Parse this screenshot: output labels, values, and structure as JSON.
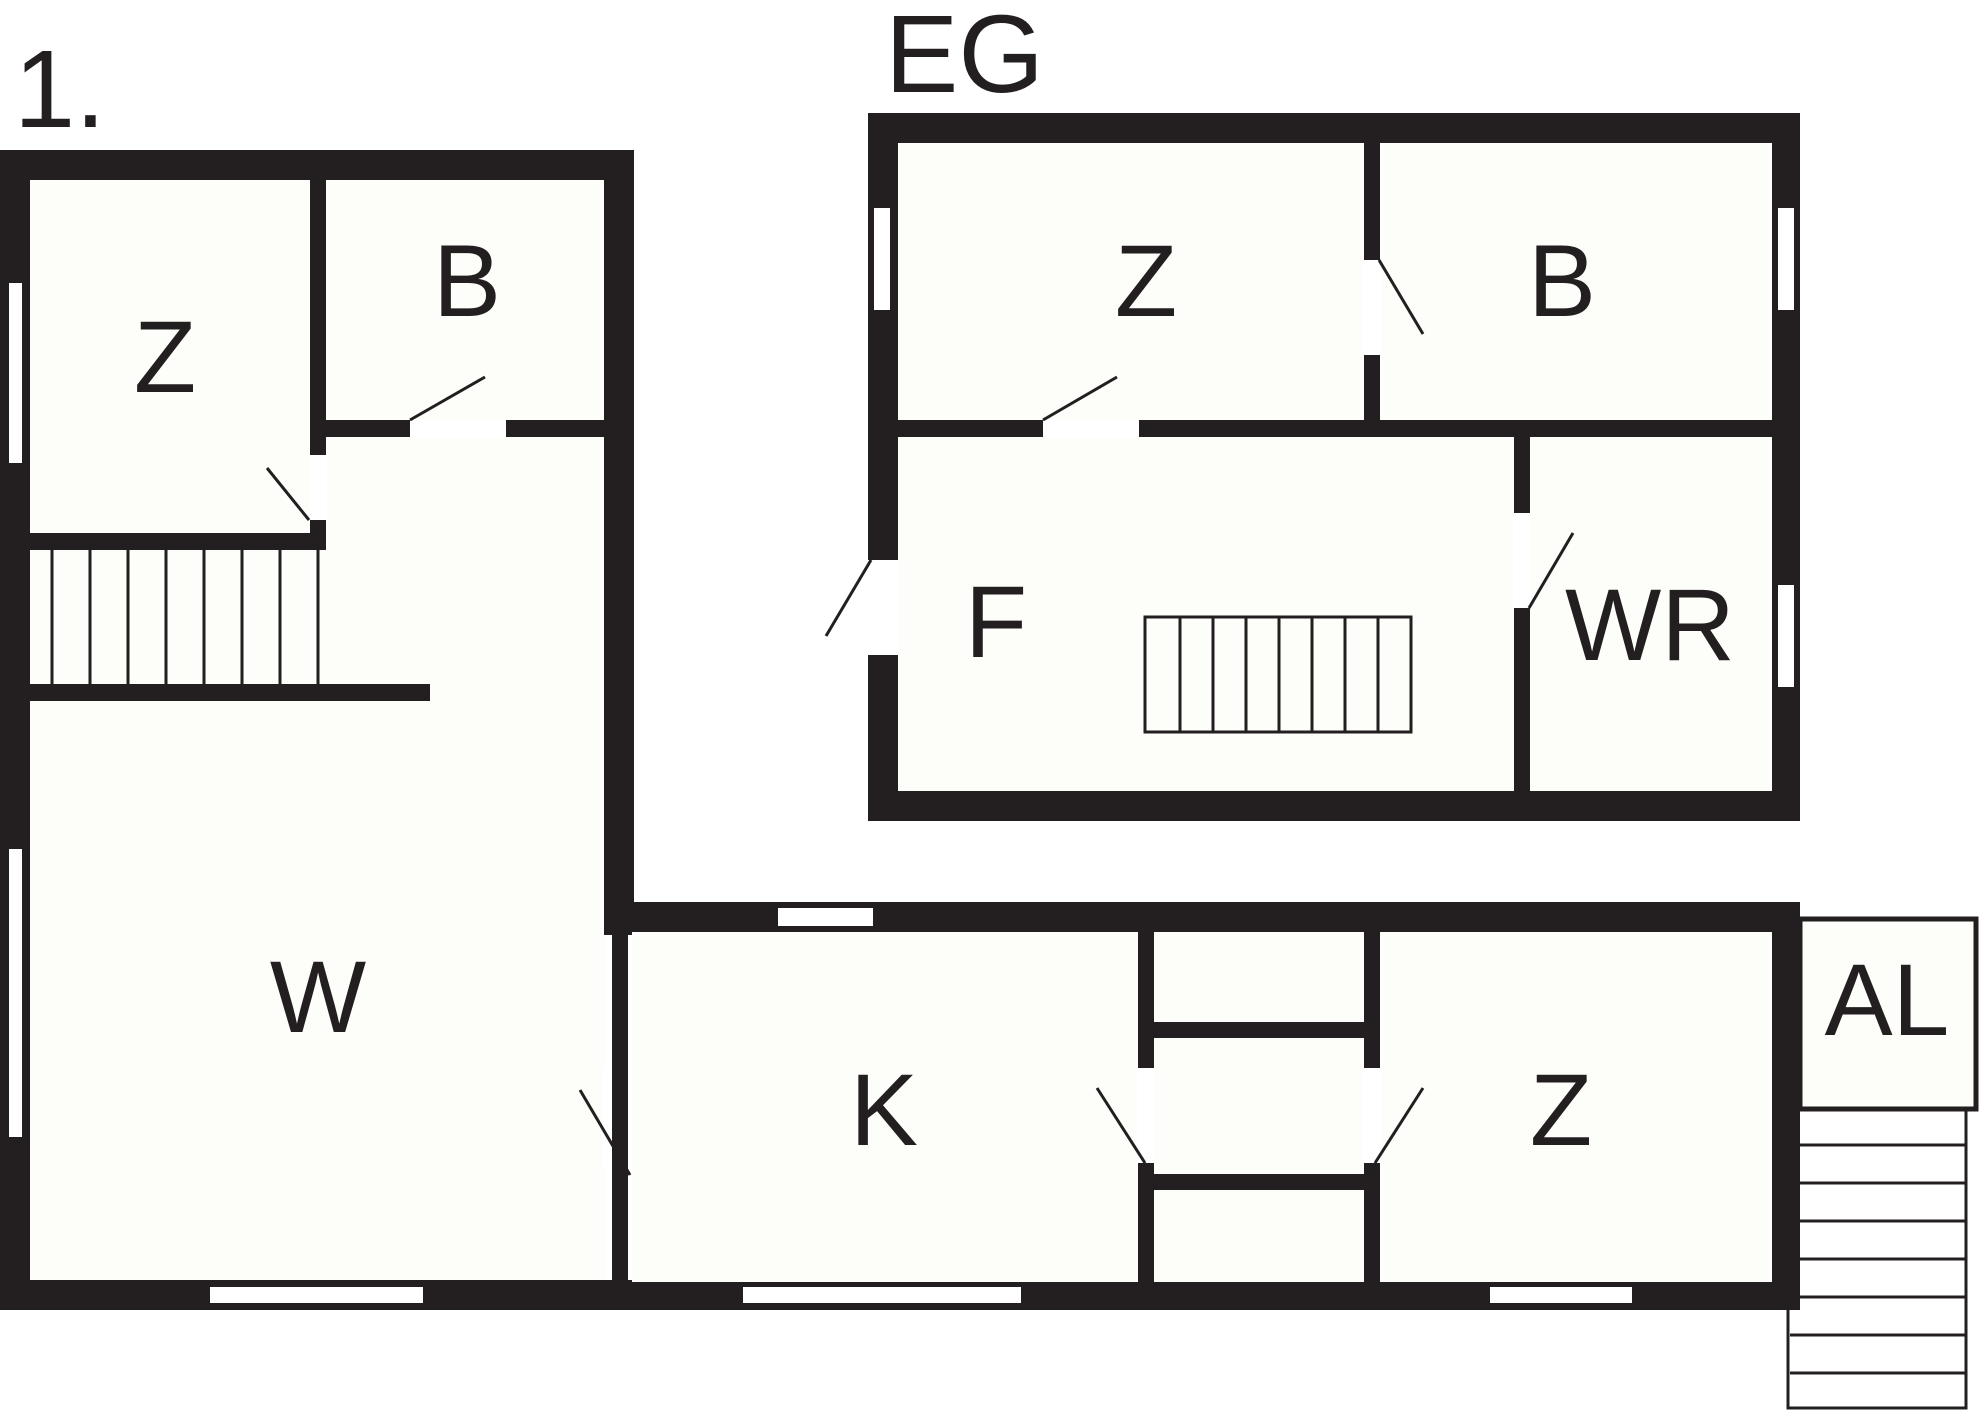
{
  "floor_labels": {
    "upper": "1.",
    "ground": "EG"
  },
  "upper_floor": {
    "rooms": {
      "z": "Z",
      "b": "B",
      "w": "W"
    }
  },
  "ground_floor": {
    "rooms": {
      "z": "Z",
      "b": "B",
      "f": "F",
      "wr": "WR",
      "k": "K",
      "z2": "Z",
      "al": "AL"
    }
  },
  "colors": {
    "wall": "#231f20",
    "floor": "#fdfef9",
    "background": "#ffffff"
  },
  "icons": {
    "door_swing": "door-swing-icon",
    "window": "window-icon",
    "stairs": "stairs-icon"
  }
}
